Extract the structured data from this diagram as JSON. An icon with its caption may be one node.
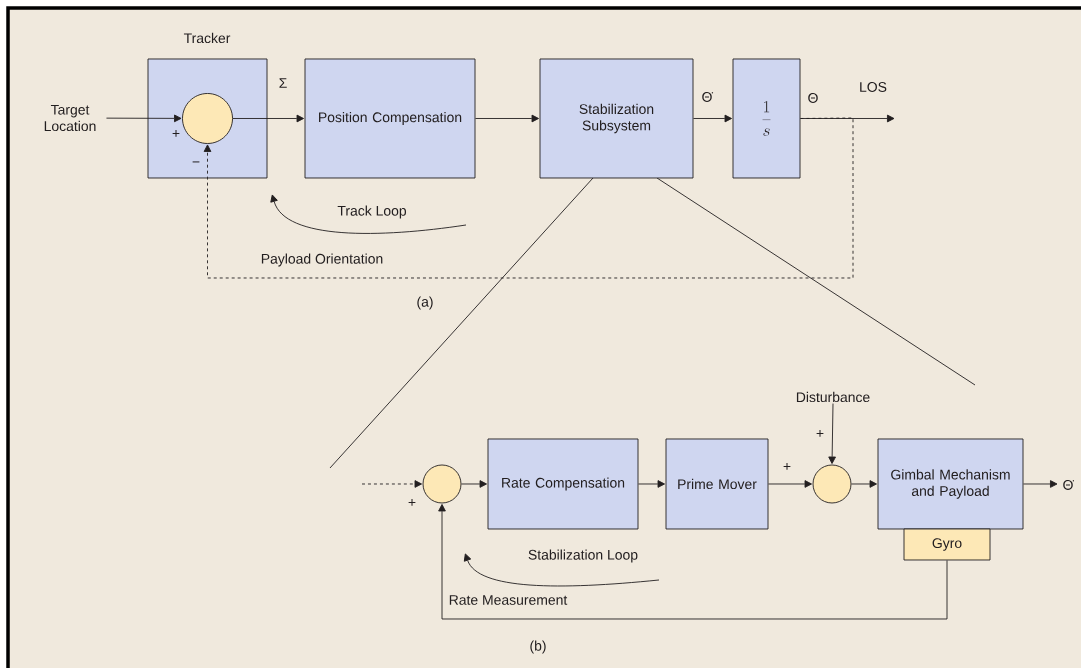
{
  "diagram": {
    "nodes": [
      {
        "text": [
          "Tracker"
        ]
      },
      {
        "text": [],
        "shape": "circle",
        "in": 0
      },
      {
        "text": [
          "Target Location"
        ]
      },
      {
        "text": [
          "Position Compensation"
        ]
      },
      {
        "text": [
          "Stabilization Subsystem"
        ]
      },
      {
        "text": [
          "\\frac{1}{s}"
        ]
      },
      {
        "text": [],
        "shape": "circle"
      },
      {
        "text": [
          "Rate Compensation"
        ]
      },
      {
        "text": [
          "Prime Mover"
        ]
      },
      {
        "text": [],
        "shape": "circle"
      },
      {
        "text": [
          "Disturbance"
        ]
      },
      {
        "text": [
          "Gimbal Mechanism and Payload"
        ]
      },
      {
        "text": [
          "Gyro"
        ]
      }
    ],
    "edges": [
      {
        "from": 2,
        "to": 1,
        "arrow": "to"
      },
      {
        "from": 1,
        "to": 3,
        "arrow": "to",
        "label": "Σ"
      },
      {
        "from": 3,
        "to": 4,
        "arrow": "to"
      },
      {
        "from": 4,
        "to": 5,
        "arrow": "to",
        "label": "Θ̇"
      },
      {
        "from": 5,
        "to": null,
        "arrow": "to",
        "label": "Θ"
      },
      {
        "from": 5,
        "to": 1,
        "arrow": "to",
        "style": "dashed",
        "label": "Payload Orientation"
      },
      {
        "from": null,
        "to": 6,
        "arrow": "to",
        "style": "dashed"
      },
      {
        "from": 6,
        "to": 7,
        "arrow": "to"
      },
      {
        "from": 7,
        "to": 8,
        "arrow": "to"
      },
      {
        "from": 8,
        "to": 9,
        "arrow": "to"
      },
      {
        "from": 10,
        "to": 9,
        "arrow": "to"
      },
      {
        "from": 9,
        "to": 11,
        "arrow": "to"
      },
      {
        "from": 11,
        "to": null,
        "arrow": "to",
        "label": "Θ̇"
      },
      {
        "from": 12,
        "to": 6,
        "arrow": "to",
        "label": "Rate Measurement"
      }
    ],
    "labels": [
      "+",
      "−",
      "LOS",
      "Track Loop",
      "(a)",
      "+",
      "+",
      "+",
      "Stabilization Loop",
      "(b)"
    ]
  }
}
